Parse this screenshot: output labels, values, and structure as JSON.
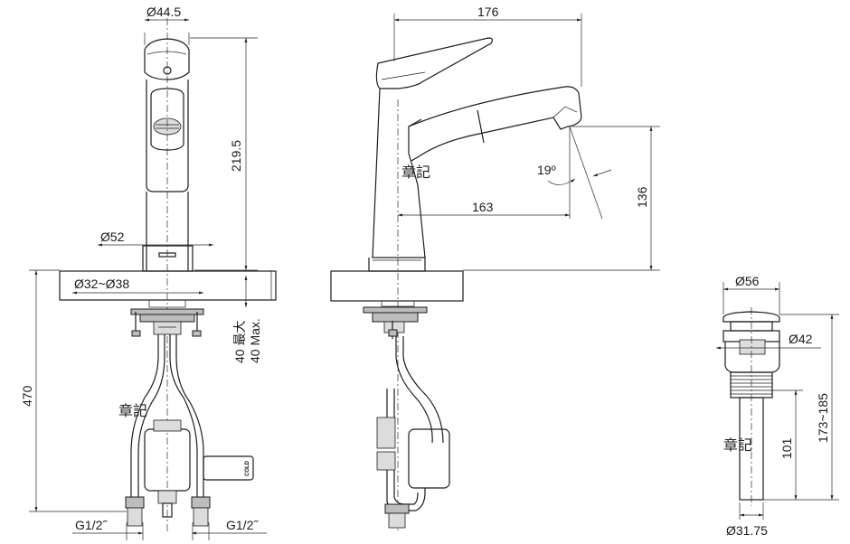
{
  "dimensions": {
    "front_top_diameter": "Ø44.5",
    "front_height": "219.5",
    "front_base_diameter": "Ø52",
    "hole_diameter": "Ø32~Ø38",
    "thickness_max_cn": "40 最大",
    "thickness_max_en": "40 Max.",
    "total_height": "470",
    "inlet_left": "G1/2˝",
    "inlet_right": "G1/2˝",
    "side_reach": "176",
    "spray_angle": "19º",
    "side_reach_inner": "163",
    "spout_height": "136",
    "drain_top_diameter": "Ø56",
    "drain_mid_diameter": "Ø42",
    "drain_height": "173~185",
    "drain_tail_length": "101",
    "drain_bottom_diameter": "Ø31.75"
  },
  "labels": {
    "hose_label": "COLD"
  },
  "watermarks": {
    "stamp": "章記"
  }
}
